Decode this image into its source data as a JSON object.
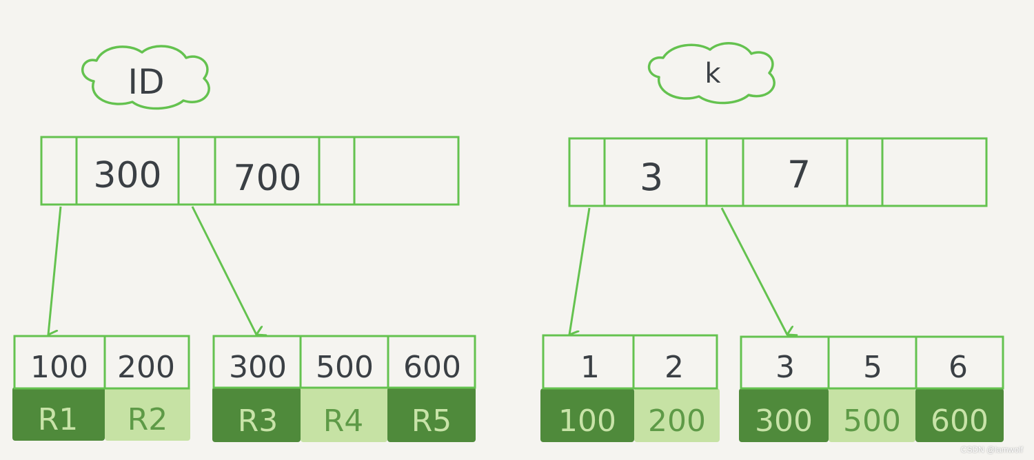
{
  "colors": {
    "background": "#f5f4f0",
    "stroke": "#64c24f",
    "dark_cell": "#4f8a3b",
    "light_cell": "#c6e2a4",
    "ink": "#3a3f44"
  },
  "left_tree": {
    "label": "ID",
    "root_keys": [
      "300",
      "700"
    ],
    "leaves": [
      {
        "keys": [
          "100",
          "200"
        ],
        "values": [
          "R1",
          "R2"
        ]
      },
      {
        "keys": [
          "300",
          "500",
          "600"
        ],
        "values": [
          "R3",
          "R4",
          "R5"
        ]
      }
    ]
  },
  "right_tree": {
    "label": "k",
    "root_keys": [
      "3",
      "7"
    ],
    "leaves": [
      {
        "keys": [
          "1",
          "2"
        ],
        "values": [
          "100",
          "200"
        ]
      },
      {
        "keys": [
          "3",
          "5",
          "6"
        ],
        "values": [
          "300",
          "500",
          "600"
        ]
      }
    ]
  },
  "watermark": "CSDN @lamwolf"
}
